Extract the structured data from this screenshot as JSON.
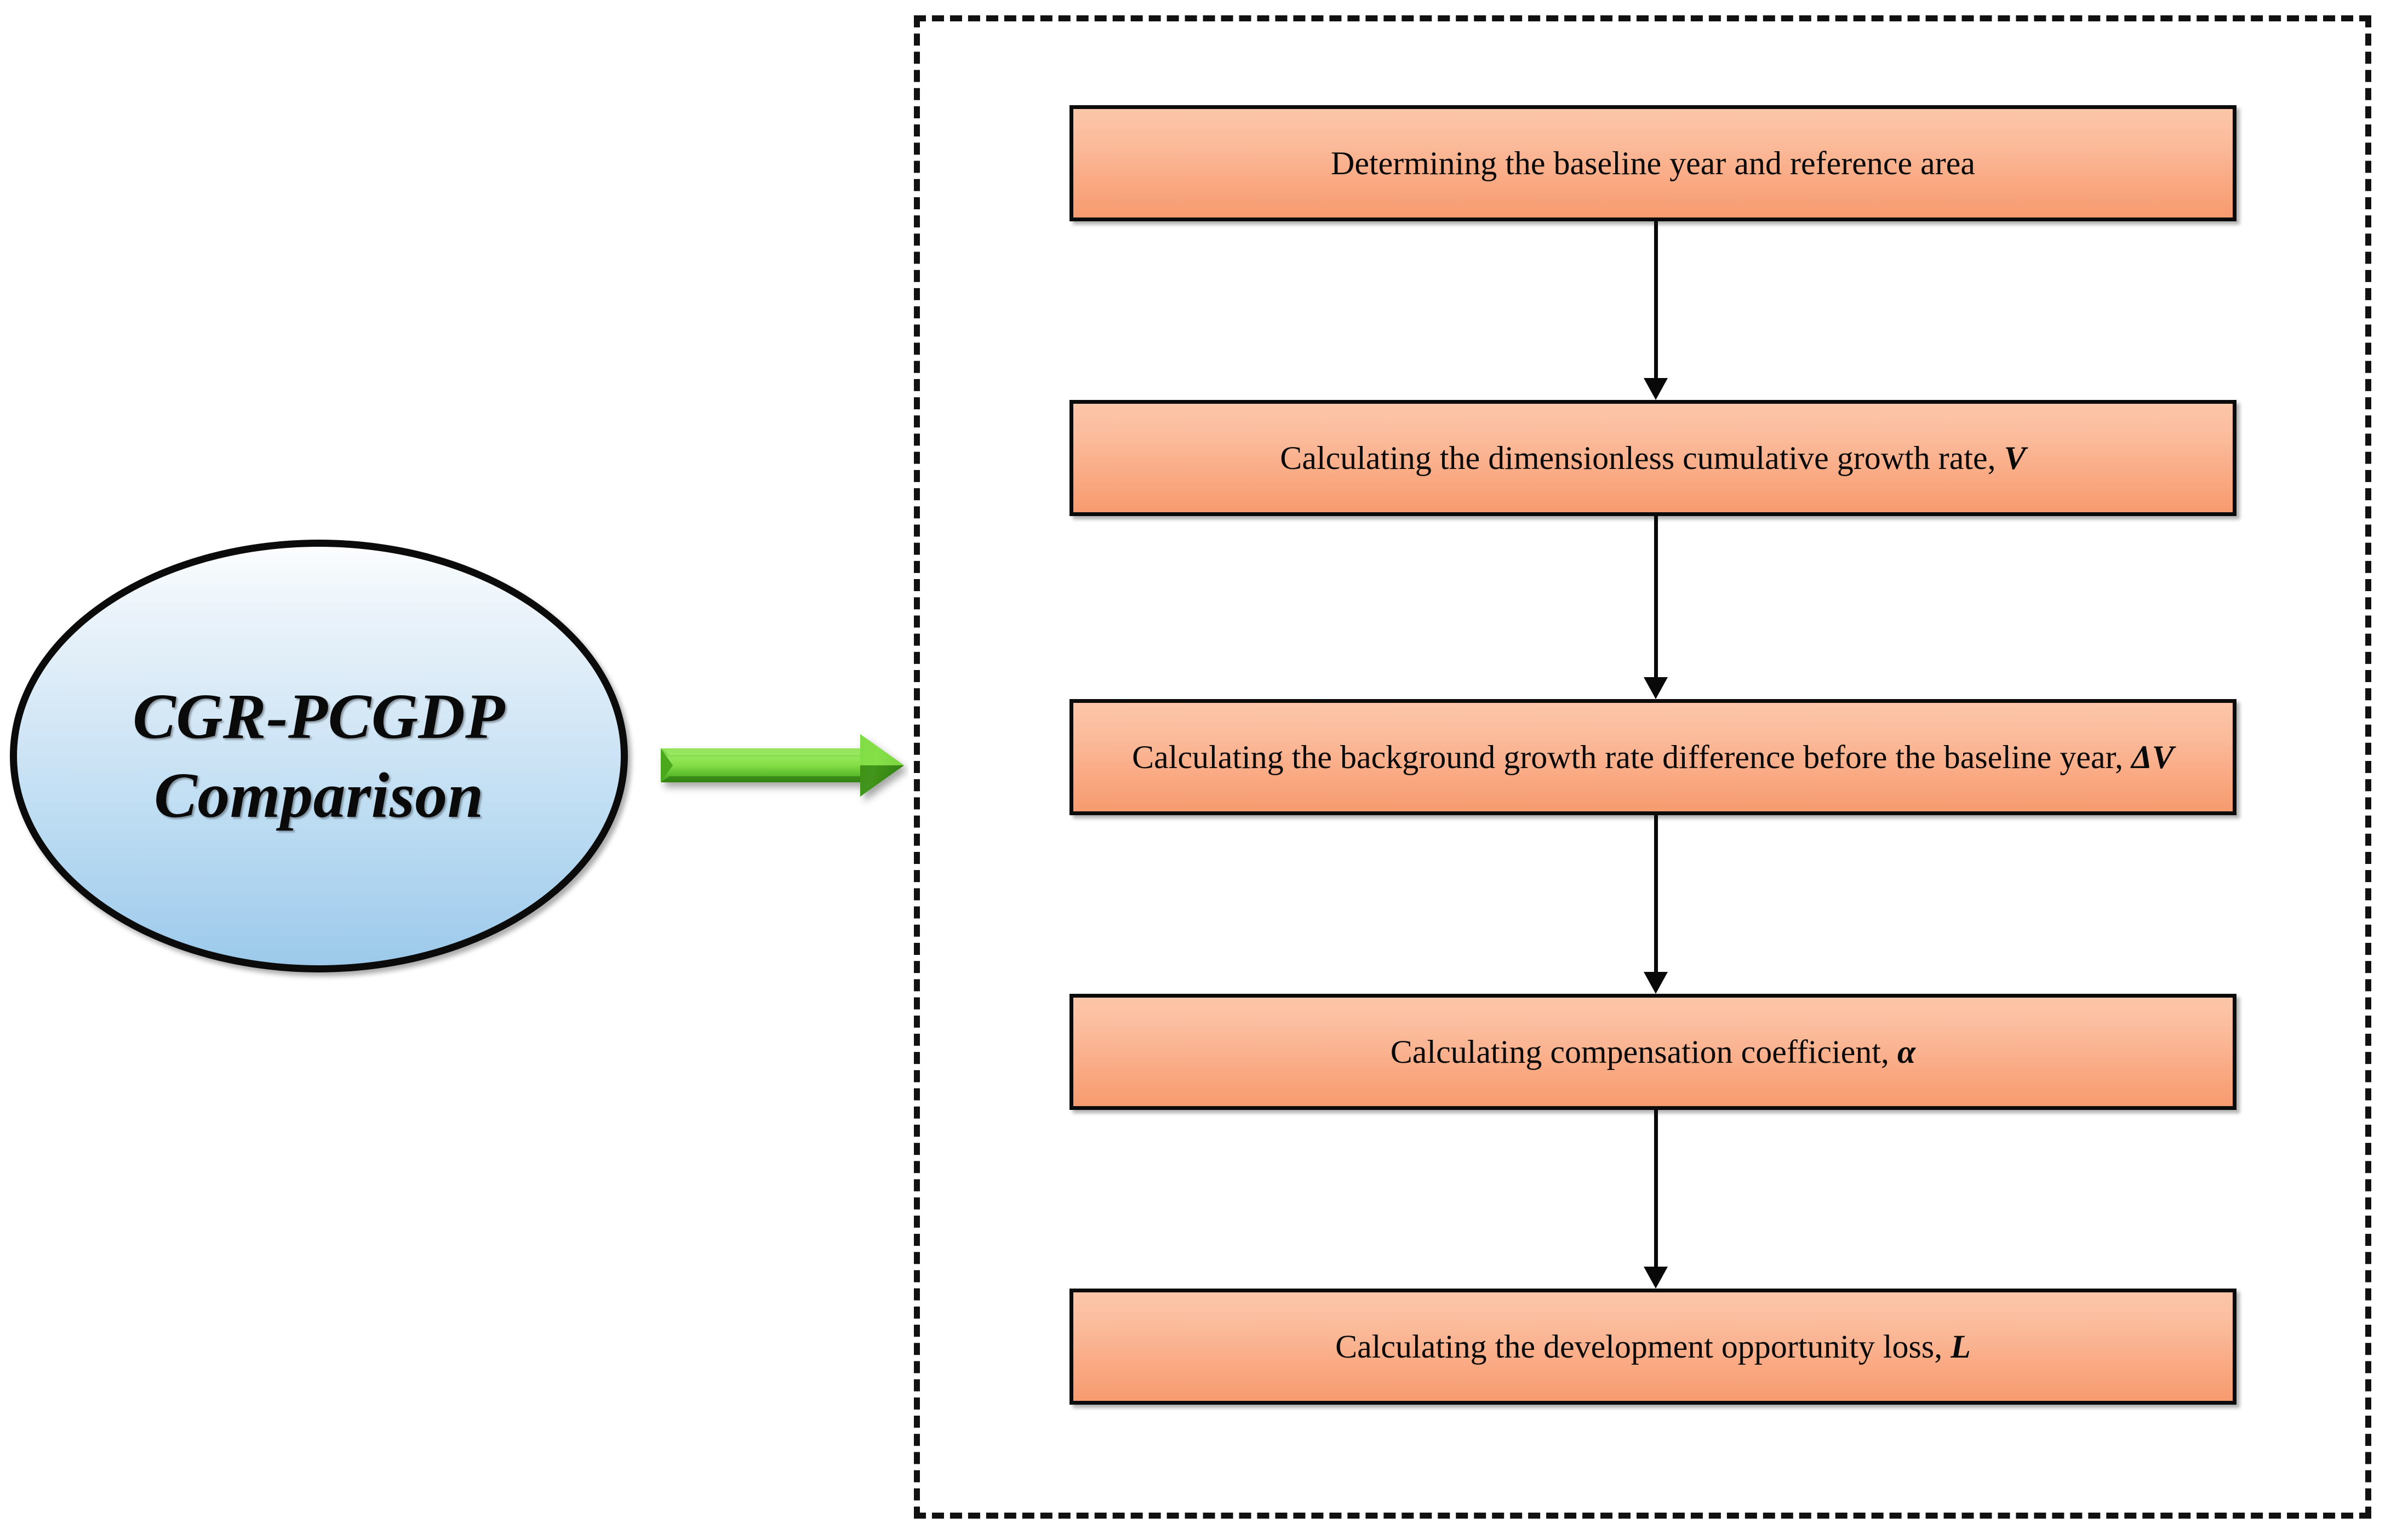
{
  "diagram": {
    "title_shape": {
      "name": "CGR-PCGDP Comparison",
      "line1": "CGR-PCGDP",
      "line2": "Comparison",
      "fill_top": "#fbfdfe",
      "fill_bottom": "#9cc9ea",
      "border_color": "#0b0b0b"
    },
    "connector_arrow": {
      "name": "green-block-arrow",
      "direction": "right",
      "color": "#64c832",
      "color_light": "#8ee04f",
      "color_dark": "#3f9617"
    },
    "container": {
      "name": "dashed-group-frame",
      "border_style": "dashed",
      "border_color": "#111111"
    },
    "box_fill_top": "#fcc6a9",
    "box_fill_bottom": "#f79b70",
    "box_border_color": "#0b0b0b",
    "flow_arrow_color": "#090909",
    "steps": [
      {
        "id": 1,
        "text": "Determining the baseline year and reference area",
        "symbol": ""
      },
      {
        "id": 2,
        "text": "Calculating the dimensionless cumulative growth rate, ",
        "symbol": "V"
      },
      {
        "id": 3,
        "text": "Calculating the background growth rate difference before the baseline year, ",
        "symbol": "ΔV"
      },
      {
        "id": 4,
        "text": "Calculating compensation coefficient, ",
        "symbol": "α"
      },
      {
        "id": 5,
        "text": "Calculating the development opportunity loss, ",
        "symbol": "L"
      }
    ]
  }
}
